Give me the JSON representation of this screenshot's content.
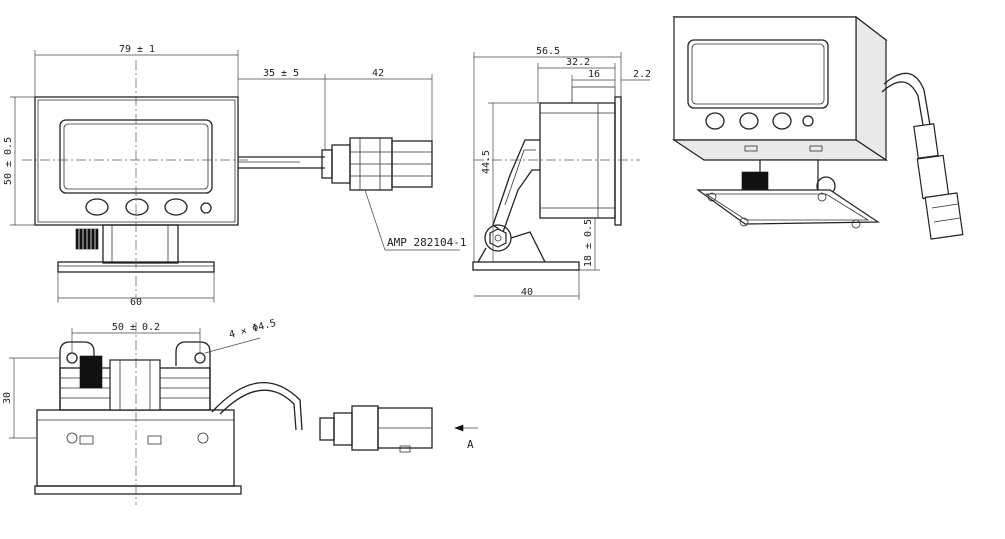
{
  "dimensions": {
    "front_width": "79 ± 1",
    "front_height": "50 ± 0.5",
    "cable_length": "35 ± 5",
    "connector_length": "42",
    "bracket_width": "60",
    "side_depth": "56.5",
    "body_depth": "32.2",
    "bezel_depth": "16",
    "front_thickness": "2.2",
    "side_height": "44.5",
    "bracket_height": "18 ± 0.5",
    "bracket_depth": "40",
    "hole_spacing": "50 ± 0.2",
    "holes": "4 × Φ4.5",
    "top_height": "30"
  },
  "callouts": {
    "connector_part": "AMP 282104-1",
    "view_arrow": "A"
  },
  "colors": {
    "line": "#222222",
    "background": "#ffffff"
  }
}
